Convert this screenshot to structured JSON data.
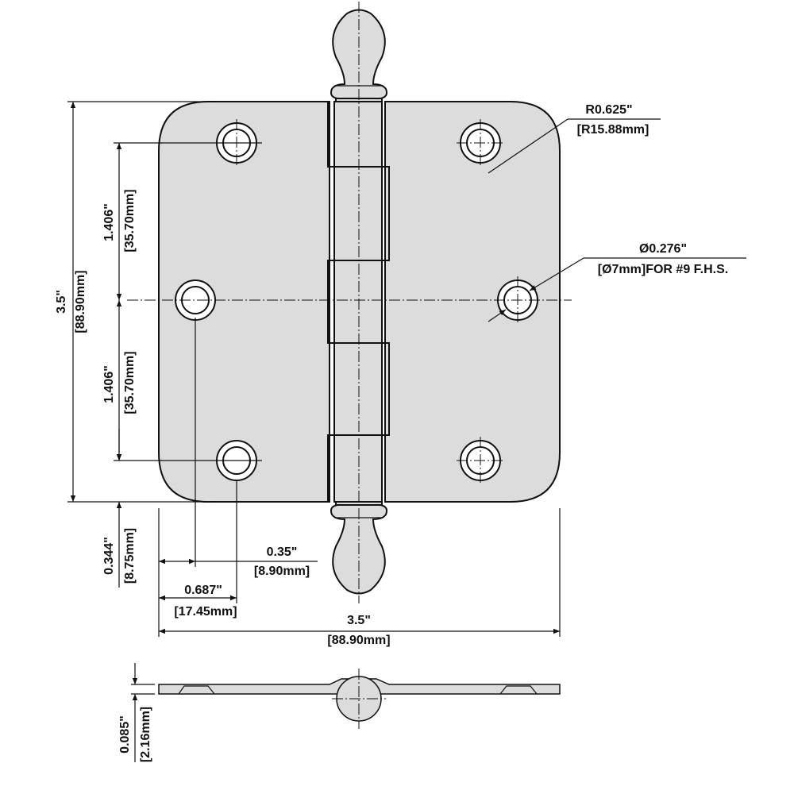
{
  "title": "Door hinge dimension drawing",
  "colors": {
    "part_fill": "#dcdcdc",
    "line": "#111111"
  },
  "dimensions": {
    "height": {
      "inch": "3.5\"",
      "mm": "[88.90mm]"
    },
    "hole_spacing_upper": {
      "inch": "1.406\"",
      "mm": "[35.70mm]"
    },
    "hole_spacing_lower": {
      "inch": "1.406\"",
      "mm": "[35.70mm]"
    },
    "bottom_offset": {
      "inch": "0.344\"",
      "mm": "[8.75mm]"
    },
    "middle_hole_offset": {
      "inch": "0.35\"",
      "mm": "[8.90mm]"
    },
    "outer_hole_offset": {
      "inch": "0.687\"",
      "mm": "[17.45mm]"
    },
    "width": {
      "inch": "3.5\"",
      "mm": "[88.90mm]"
    },
    "corner_radius": {
      "inch": "R0.625\"",
      "mm": "[R15.88mm]"
    },
    "hole_diameter": {
      "inch": "Ø0.276\"",
      "mm": "[Ø7mm]FOR #9 F.H.S."
    },
    "thickness": {
      "inch": "0.085\"",
      "mm": "[2.16mm]"
    }
  }
}
